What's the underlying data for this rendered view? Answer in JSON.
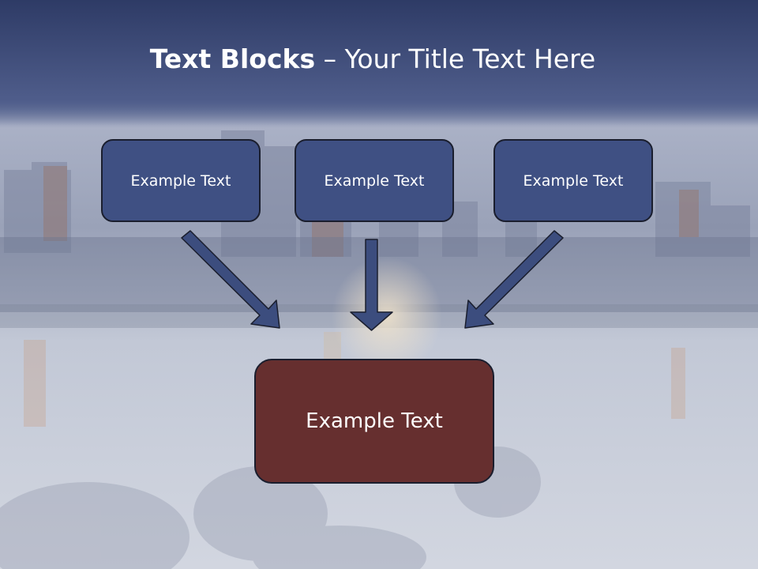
{
  "title": {
    "bold": "Text Blocks",
    "separator": " – ",
    "rest": "Your Title Text Here"
  },
  "blocks": [
    {
      "label": "Example Text"
    },
    {
      "label": "Example Text"
    },
    {
      "label": "Example Text"
    }
  ],
  "target": {
    "label": "Example Text"
  },
  "colors": {
    "header": "#3d4c7d",
    "block_fill": "#3f5083",
    "target_fill": "#662f2f",
    "arrow_fill": "#3c4d7e",
    "outline": "#1a1e2e"
  }
}
